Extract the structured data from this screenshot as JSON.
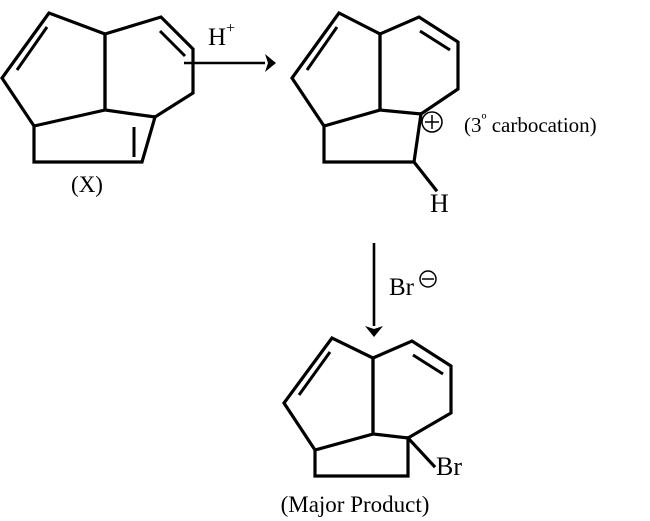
{
  "figure": {
    "type": "reaction-scheme",
    "background_color": "#ffffff",
    "line_color": "#000000",
    "description": "Electrophilic addition of HBr to a tricyclic diene"
  },
  "reactant": {
    "caption": "(X)",
    "name": "tricyclic-diene-X"
  },
  "step1": {
    "reagent_main": "H",
    "reagent_superscript": "+",
    "arrow_direction": "right"
  },
  "intermediate": {
    "charge_symbol": "⊕",
    "hydrogen_label": "H",
    "annotation": "(3º carbocation)",
    "annotation_main": "(3",
    "annotation_sup": "º",
    "annotation_tail": " carbocation)"
  },
  "step2": {
    "reagent_main": "Br",
    "reagent_superscript": "⊖",
    "arrow_direction": "down"
  },
  "product": {
    "substituent_label": "Br",
    "caption": "(Major Product)"
  }
}
